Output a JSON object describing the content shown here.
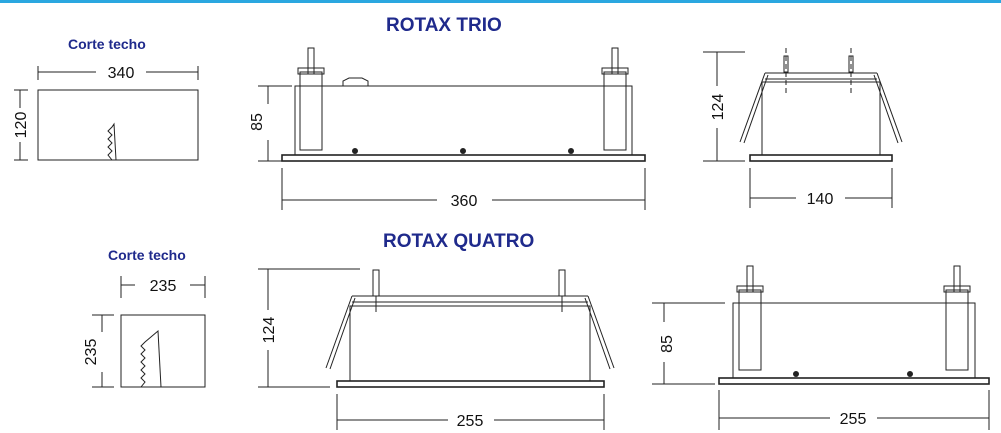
{
  "top_bar_color": "#2aa7e0",
  "title_color": "#1f2a8c",
  "trio": {
    "title": "ROTAX TRIO",
    "cutout_label": "Corte techo",
    "cutout_width": "340",
    "cutout_height": "120",
    "side_height": "85",
    "length": "360",
    "end_height": "124",
    "end_width": "140"
  },
  "quatro": {
    "title": "ROTAX QUATRO",
    "cutout_label": "Corte techo",
    "cutout_width": "235",
    "cutout_height": "235",
    "end_height": "124",
    "end_width": "255",
    "side_height": "85",
    "side_width": "255"
  }
}
